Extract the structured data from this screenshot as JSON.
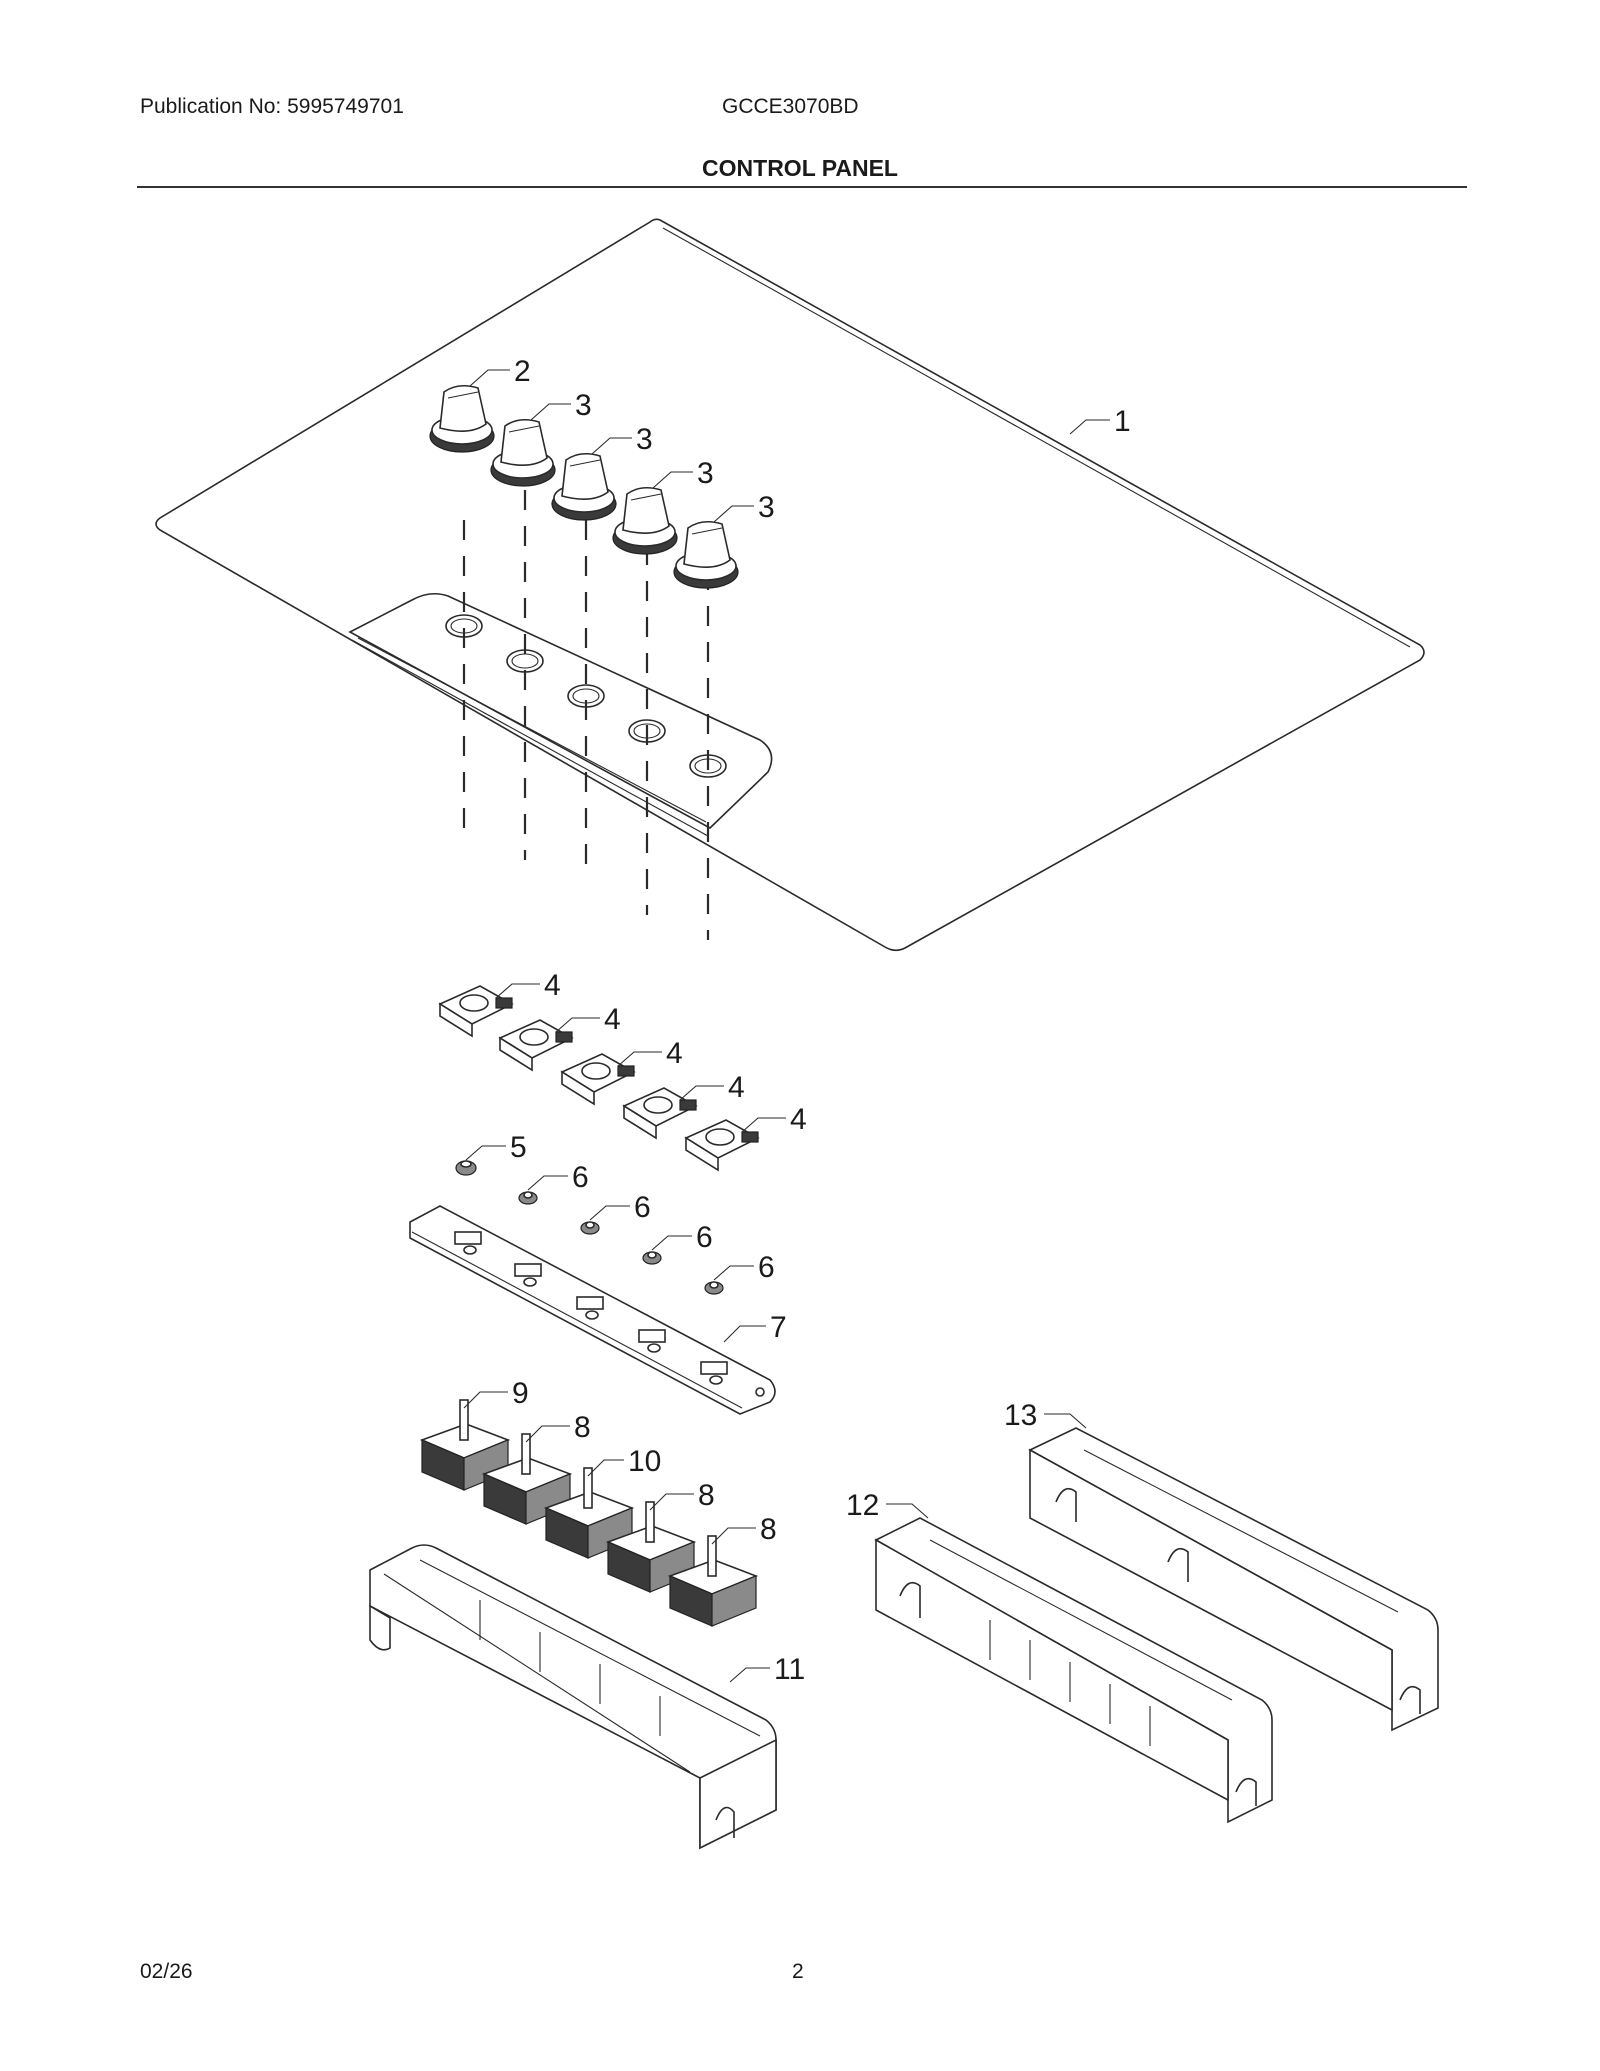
{
  "header": {
    "publication": "Publication No: 5995749701",
    "model": "GCCE3070BD",
    "title": "CONTROL PANEL"
  },
  "footer": {
    "date": "02/26",
    "page": "2"
  },
  "callouts": {
    "c1": "1",
    "c2": "2",
    "c3a": "3",
    "c3b": "3",
    "c3c": "3",
    "c3d": "3",
    "c4a": "4",
    "c4b": "4",
    "c4c": "4",
    "c4d": "4",
    "c4e": "4",
    "c5": "5",
    "c6a": "6",
    "c6b": "6",
    "c6c": "6",
    "c6d": "6",
    "c7": "7",
    "c8a": "8",
    "c8b": "8",
    "c8c": "8",
    "c9": "9",
    "c10": "10",
    "c11": "11",
    "c12": "12",
    "c13": "13"
  }
}
